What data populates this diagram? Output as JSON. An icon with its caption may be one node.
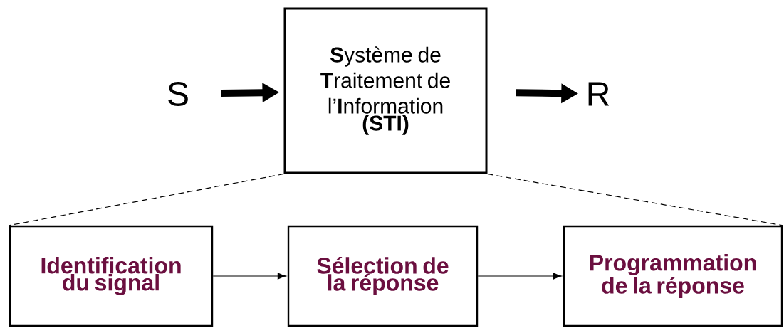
{
  "diagram": {
    "nodes": [
      {
        "text": [
          "S"
        ]
      },
      {
        "text": [
          "**S**ystème de **T**raitement de l’**I**nformation",
          "(STI)"
        ]
      },
      {
        "text": [
          "R"
        ]
      },
      {
        "text": [
          "Identification du signal"
        ]
      },
      {
        "text": [
          "Sélection de la réponse"
        ]
      },
      {
        "text": [
          "Programmation de la réponse"
        ]
      }
    ],
    "edges": [
      {
        "from": 0,
        "to": 1,
        "arrow": "to",
        "style": "thick"
      },
      {
        "from": 1,
        "to": 2,
        "arrow": "to",
        "style": "thick"
      },
      {
        "from": 1,
        "to": 3,
        "arrow": "none",
        "style": "dashed"
      },
      {
        "from": 1,
        "to": 5,
        "arrow": "none",
        "style": "dashed"
      },
      {
        "from": 3,
        "to": 4,
        "arrow": "to"
      },
      {
        "from": 4,
        "to": 5,
        "arrow": "to"
      }
    ]
  }
}
